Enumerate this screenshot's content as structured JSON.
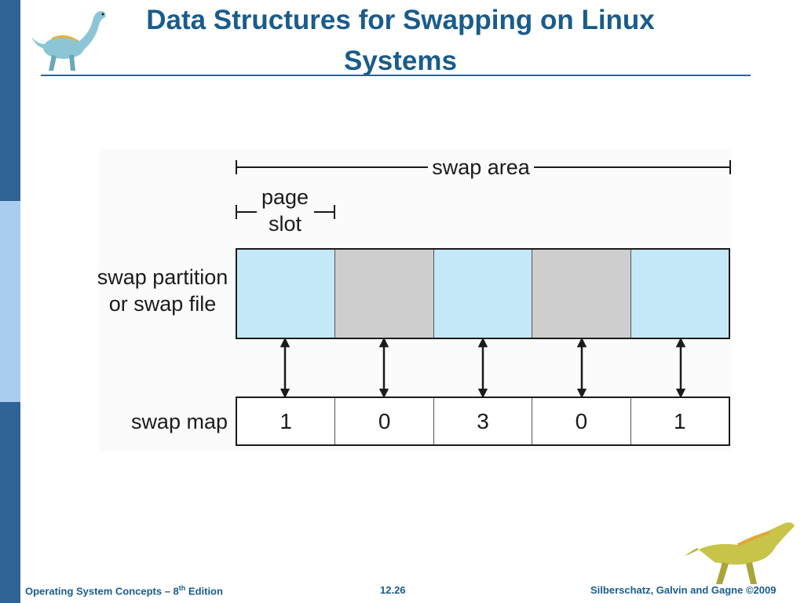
{
  "slide": {
    "title": "Data Structures for Swapping on Linux Systems",
    "footer": {
      "book": "Operating System Concepts – 8",
      "book_sup": "th",
      "book_edition": " Edition",
      "page": "12.26",
      "copyright": "Silberschatz, Galvin and Gagne ©2009"
    }
  },
  "diagram": {
    "swap_area_label": "swap area",
    "page_slot_label": [
      "page",
      "slot"
    ],
    "partition_label": [
      "swap partition",
      "or swap file"
    ],
    "swap_map_label": "swap map",
    "slots": [
      {
        "state": "used",
        "count": "1"
      },
      {
        "state": "free",
        "count": "0"
      },
      {
        "state": "used",
        "count": "3"
      },
      {
        "state": "free",
        "count": "0"
      },
      {
        "state": "used",
        "count": "1"
      }
    ]
  },
  "colors": {
    "used_slot": "#c4e8f8",
    "free_slot": "#cecece",
    "title": "#1a5c8a",
    "band": "#2f6396"
  },
  "icons": [
    "dinosaur-mascot-icon",
    "dinosaur-mascot-icon"
  ]
}
